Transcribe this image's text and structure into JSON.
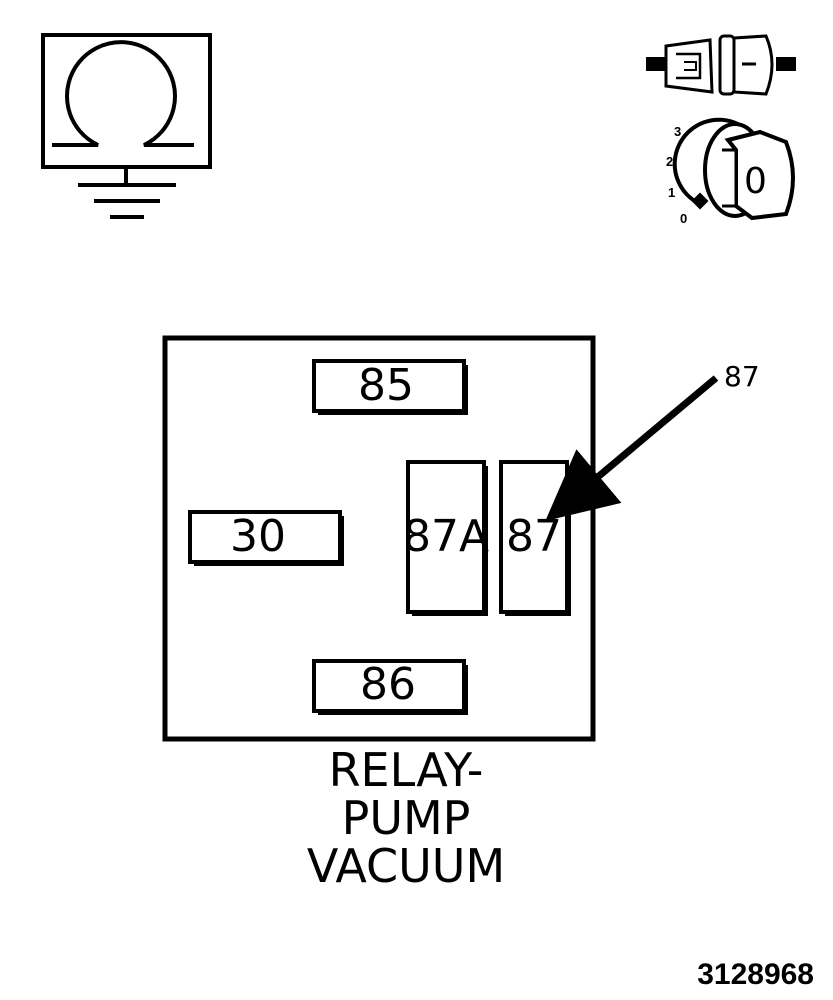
{
  "relay": {
    "pins": {
      "p85": "85",
      "p86": "86",
      "p30": "30",
      "p87a": "87A",
      "p87": "87"
    },
    "callout": "87",
    "title": [
      "RELAY-",
      "PUMP",
      "VACUUM"
    ]
  },
  "ignition_key": {
    "positions": [
      "3",
      "2",
      "1",
      "0"
    ],
    "key_label": "0"
  },
  "figure_id": "3128968",
  "icons": {
    "ground_resistance": "resistance-meter-ground-icon",
    "connector": "connector-plug-icon",
    "ignition": "ignition-key-icon"
  }
}
